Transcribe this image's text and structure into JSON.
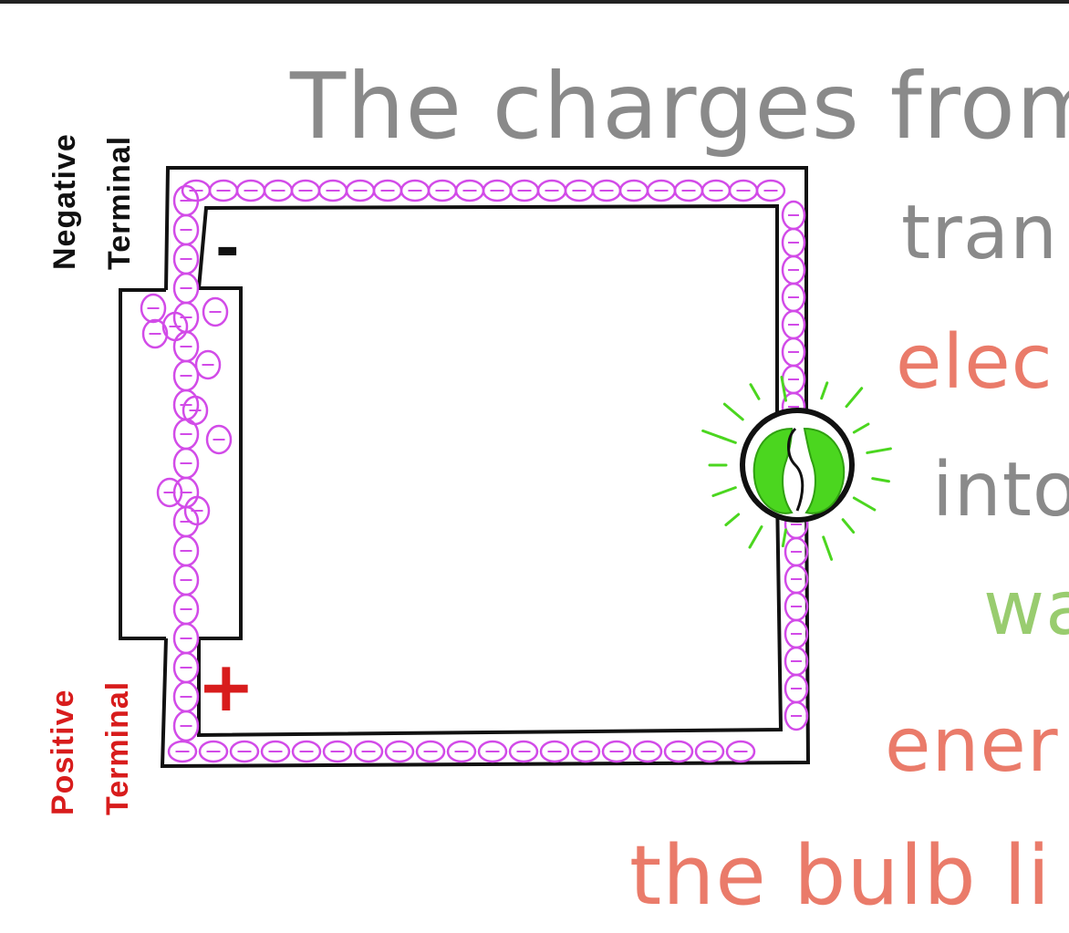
{
  "text": {
    "line1": "The charges from",
    "line2": "tran",
    "line3": "elec",
    "line4": "into",
    "line5": "wa",
    "line6": "ener",
    "line7": "the bulb li"
  },
  "labels": {
    "negative_word": "Negative",
    "negative_terminal": "Terminal",
    "positive_word": "Positive",
    "positive_terminal": "Terminal",
    "minus_sign": "-",
    "plus_sign": "+"
  },
  "colors": {
    "gray_text": "#8a8a8a",
    "salmon_text": "#ea7b6a",
    "green_text": "#99cc6f",
    "charge_purple": "#d24be8",
    "bulb_green": "#4bd61f",
    "positive_red": "#d81c1c",
    "wire_black": "#111111"
  }
}
